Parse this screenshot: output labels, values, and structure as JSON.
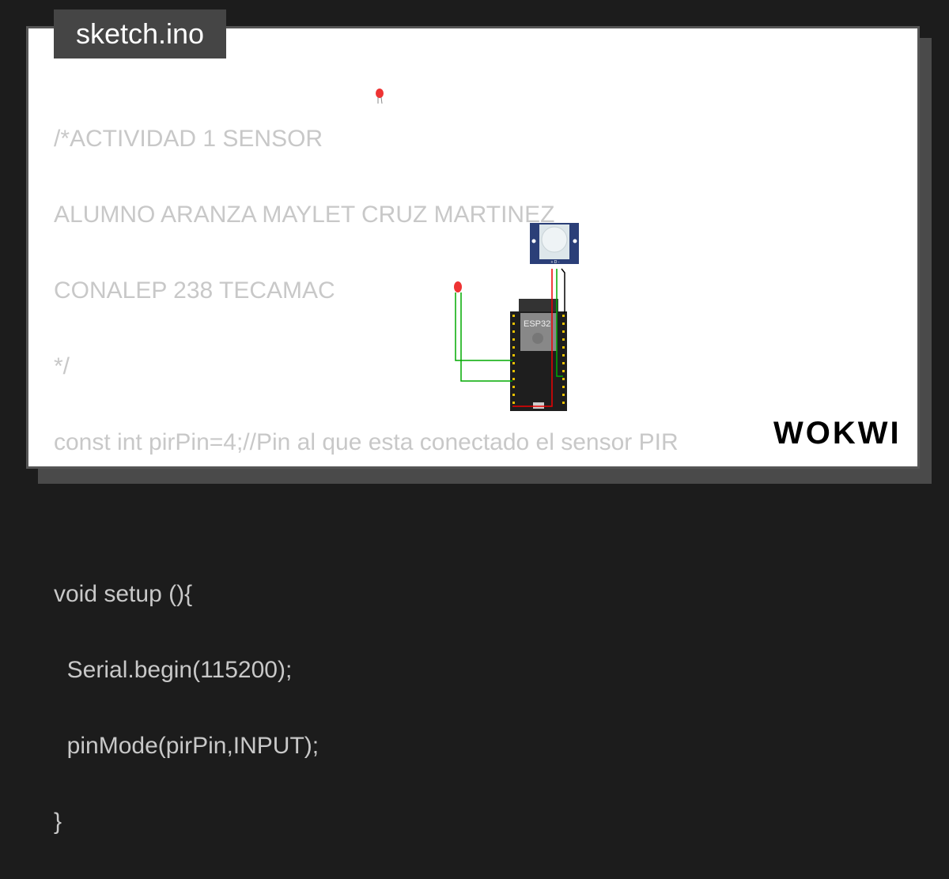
{
  "tab": {
    "title": "sketch.ino"
  },
  "code": {
    "lines": [
      "/*ACTIVIDAD 1 SENSOR",
      "ALUMNO ARANZA MAYLET CRUZ MARTINEZ",
      "CONALEP 238 TECAMAC",
      "*/",
      "const int pirPin=4;//Pin al que esta conectado el sensor PIR",
      "",
      "void setup (){",
      "  Serial.begin(115200);",
      "  pinMode(pirPin,INPUT);",
      "}"
    ]
  },
  "circuit": {
    "board_label": "ESP32",
    "pir_pins": "+ D -"
  },
  "brand": {
    "logo": "WOKWI"
  }
}
